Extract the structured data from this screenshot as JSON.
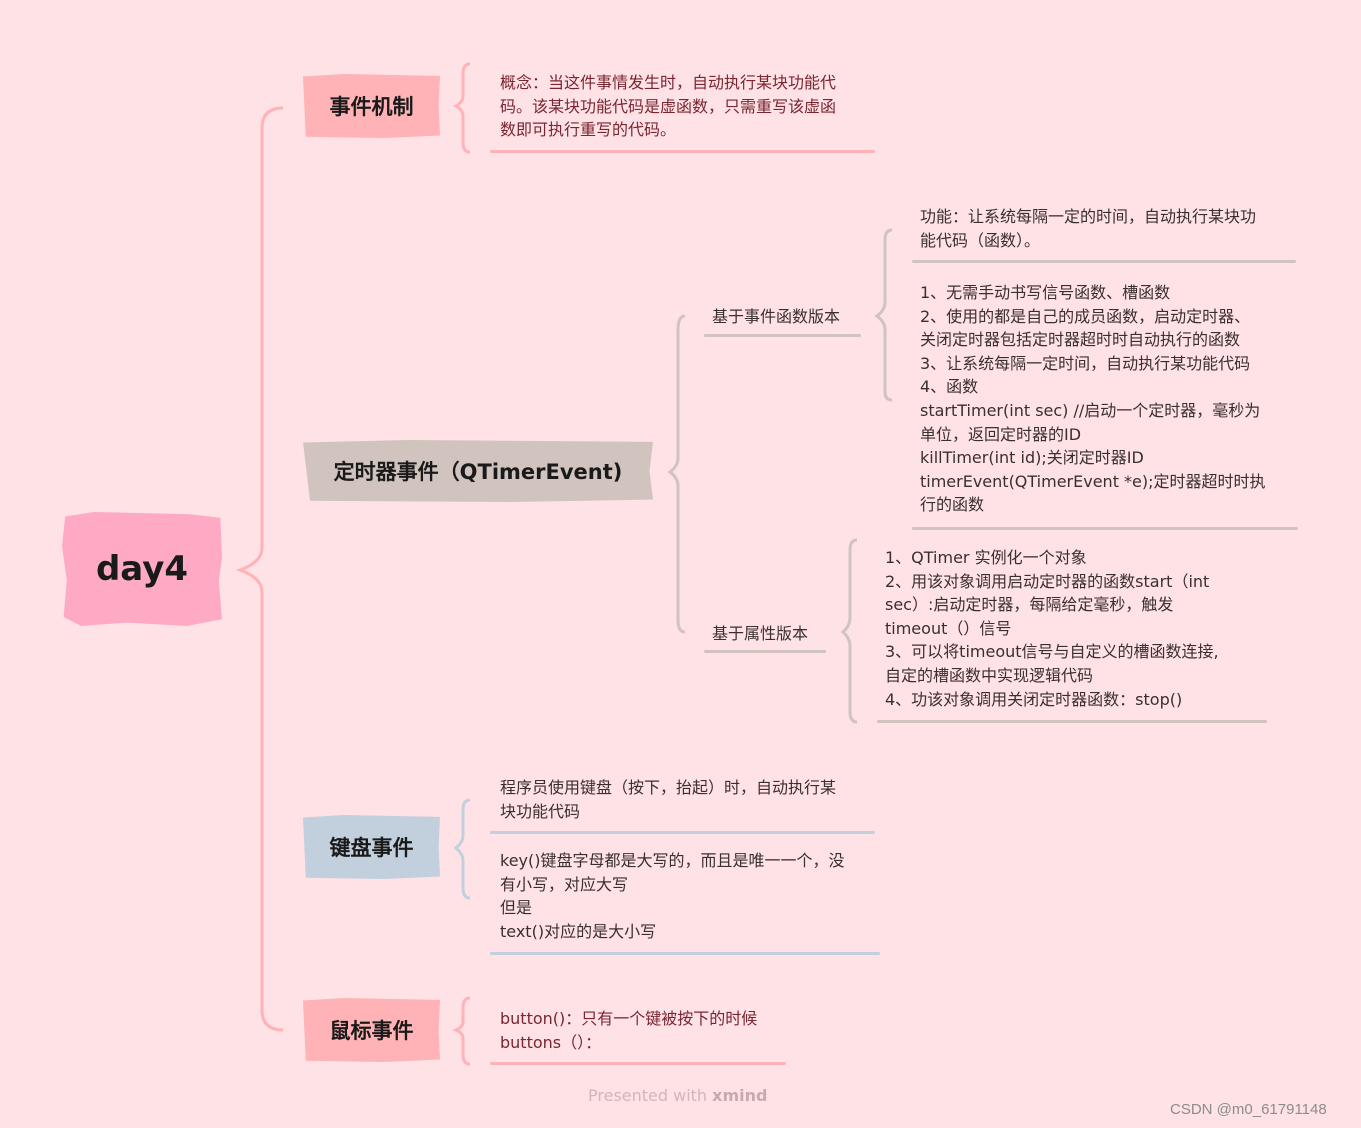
{
  "root": {
    "label": "day4"
  },
  "topics": [
    {
      "label": "事件机制",
      "color": "#ffb3b6",
      "notes": [
        "概念：当这件事情发生时，自动执行某块功能代\n码。该某块功能代码是虚函数，只需重写该虚函\n数即可执行重写的代码。"
      ]
    },
    {
      "label": "定时器事件（QTimerEvent)",
      "color": "#d1c3be",
      "subtopics": [
        {
          "label": "基于事件函数版本",
          "notes": [
            "功能：让系统每隔一定的时间，自动执行某块功\n能代码（函数）。",
            "1、无需手动书写信号函数、槽函数\n2、使用的都是自己的成员函数，启动定时器、\n关闭定时器包括定时器超时时自动执行的函数\n3、让系统每隔一定时间，自动执行某功能代码\n4、函数\nstartTimer(int sec)  //启动一个定时器，毫秒为\n单位，返回定时器的ID\nkillTimer(int id);关闭定时器ID\ntimerEvent(QTimerEvent *e);定时器超时时执\n行的函数"
          ]
        },
        {
          "label": "基于属性版本",
          "notes": [
            "1、QTimer 实例化一个对象\n2、用该对象调用启动定时器的函数start（int\nsec）:启动定时器，每隔给定毫秒，触发\ntimeout（）信号\n3、可以将timeout信号与自定义的槽函数连接,\n自定的槽函数中实现逻辑代码\n4、功该对象调用关闭定时器函数：stop()"
          ]
        }
      ]
    },
    {
      "label": "键盘事件",
      "color": "#c2d0dd",
      "notes": [
        "程序员使用键盘（按下，抬起）时，自动执行某\n块功能代码",
        "key()键盘字母都是大写的，而且是唯一一个，没\n有小写，对应大写\n但是\ntext()对应的是大小写"
      ]
    },
    {
      "label": "鼠标事件",
      "color": "#ffb3b6",
      "notes": [
        "button()：只有一个键被按下的时候\nbuttons（）："
      ]
    }
  ],
  "colors": {
    "background": "#fee2e6",
    "root": "#ffaac4",
    "pink_branch": "#ffb3b6",
    "gray_branch": "#d1c3be",
    "blue_branch": "#c2d0dd"
  },
  "footer": {
    "prefix": "Presented with ",
    "brand": "xmind"
  },
  "watermark": "CSDN @m0_61791148"
}
